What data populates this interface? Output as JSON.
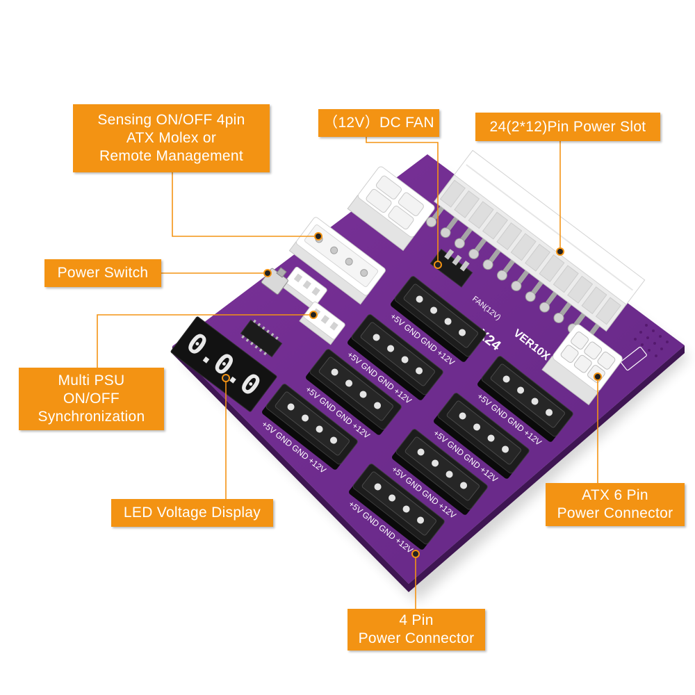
{
  "colors": {
    "callout": "#F39313",
    "callout_text": "#FFFFFF",
    "board": "#6E2B8E",
    "board_edge": "#3E1552",
    "connector_black": "#1C1C1C",
    "connector_white": "#FFFFFF"
  },
  "callouts": {
    "sensing": {
      "lines": [
        "Sensing ON/OFF 4pin",
        "ATX Molex or",
        "Remote Management"
      ]
    },
    "dc_fan": {
      "lines": [
        "（12V）DC FAN"
      ]
    },
    "power_slot": {
      "lines": [
        "24(2*12)Pin Power Slot"
      ]
    },
    "power_switch": {
      "lines": [
        "Power Switch"
      ]
    },
    "multi_psu": {
      "lines": [
        "Multi PSU",
        "ON/OFF",
        "Synchronization"
      ]
    },
    "led_display": {
      "lines": [
        "LED Voltage Display"
      ]
    },
    "atx_6pin": {
      "lines": [
        "ATX 6 Pin",
        "Power Connector"
      ]
    },
    "pin4": {
      "lines": [
        "4 Pin",
        "Power Connector"
      ]
    }
  },
  "board": {
    "model": "X24",
    "version": "VER10X",
    "fan_header_label": "FAN(12V)",
    "display_digits": "0.0.0",
    "connectors": [
      {
        "label": "+5V GND GND +12V"
      },
      {
        "label": "+5V GND GND +12V"
      },
      {
        "label": "+5V GND GND +12V"
      },
      {
        "label": "+5V GND GND +12V"
      },
      {
        "label": "+5V GND GND +12V"
      },
      {
        "label": "+5V GND GND +12V"
      },
      {
        "label": "+5V GND GND +12V"
      },
      {
        "label": "+5V GND GND +12V"
      }
    ]
  }
}
